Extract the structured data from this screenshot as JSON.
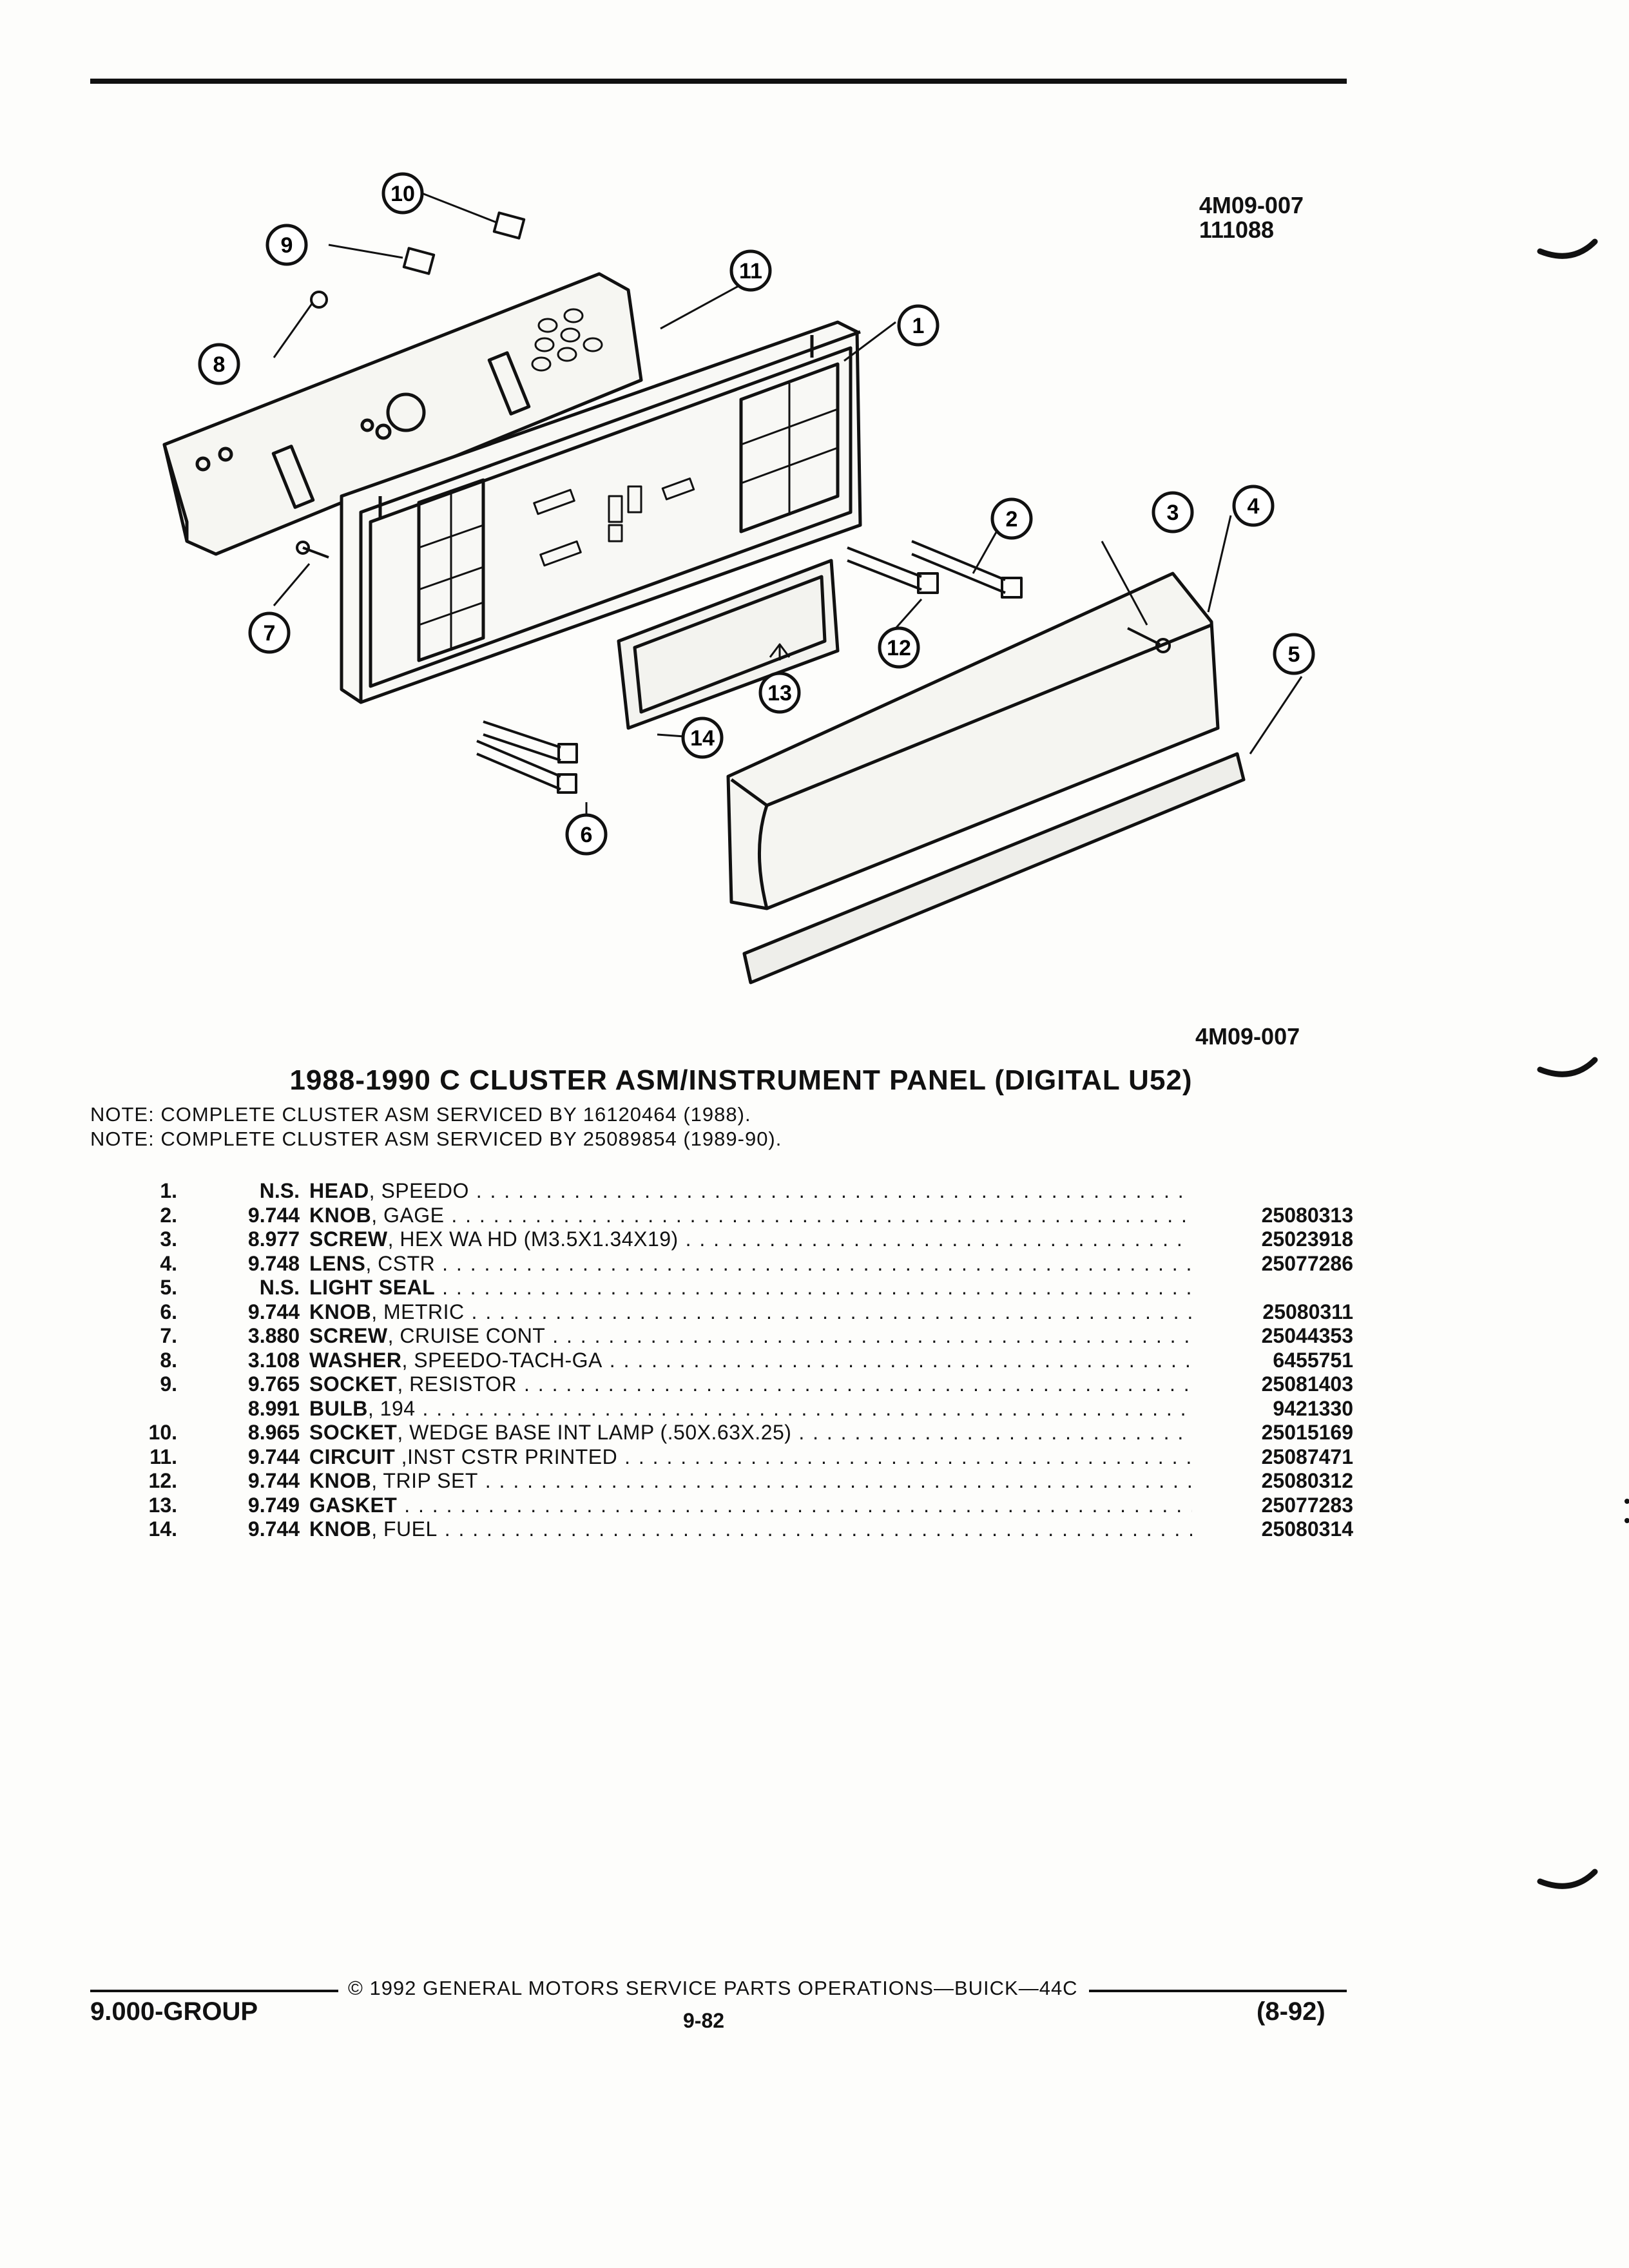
{
  "figure": {
    "code_top": "4M09-007",
    "date_code": "111088",
    "code_bottom": "4M09-007",
    "callouts": [
      "1",
      "2",
      "3",
      "4",
      "5",
      "6",
      "7",
      "8",
      "9",
      "10",
      "11",
      "12",
      "13",
      "14"
    ]
  },
  "title": "1988-1990 C CLUSTER ASM/INSTRUMENT PANEL (DIGITAL U52)",
  "notes": [
    "NOTE:  COMPLETE CLUSTER ASM SERVICED BY 16120464 (1988).",
    "NOTE:  COMPLETE CLUSTER ASM SERVICED BY 25089854 (1989-90)."
  ],
  "parts": [
    {
      "num": "1.",
      "group": "N.S.",
      "name": "HEAD",
      "spec": ", SPEEDO",
      "part": ""
    },
    {
      "num": "2.",
      "group": "9.744",
      "name": "KNOB",
      "spec": ", GAGE",
      "part": "25080313"
    },
    {
      "num": "3.",
      "group": "8.977",
      "name": "SCREW",
      "spec": ", HEX WA HD (M3.5X1.34X19)",
      "part": "25023918"
    },
    {
      "num": "4.",
      "group": "9.748",
      "name": "LENS",
      "spec": ", CSTR",
      "part": "25077286"
    },
    {
      "num": "5.",
      "group": "N.S.",
      "name": "LIGHT SEAL",
      "spec": "",
      "part": ""
    },
    {
      "num": "6.",
      "group": "9.744",
      "name": "KNOB",
      "spec": ", METRIC",
      "part": "25080311"
    },
    {
      "num": "7.",
      "group": "3.880",
      "name": "SCREW",
      "spec": ", CRUISE CONT",
      "part": "25044353"
    },
    {
      "num": "8.",
      "group": "3.108",
      "name": "WASHER",
      "spec": ", SPEEDO-TACH-GA",
      "part": "6455751"
    },
    {
      "num": "9.",
      "group": "9.765",
      "name": "SOCKET",
      "spec": ", RESISTOR",
      "part": "25081403"
    },
    {
      "num": "",
      "group": "8.991",
      "name": "BULB",
      "spec": ", 194",
      "part": "9421330"
    },
    {
      "num": "10.",
      "group": "8.965",
      "name": "SOCKET",
      "spec": ", WEDGE BASE INT LAMP (.50X.63X.25)",
      "part": "25015169"
    },
    {
      "num": "11.",
      "group": "9.744",
      "name": "CIRCUIT",
      "spec": " ,INST CSTR PRINTED",
      "part": "25087471"
    },
    {
      "num": "12.",
      "group": "9.744",
      "name": "KNOB",
      "spec": ", TRIP SET",
      "part": "25080312"
    },
    {
      "num": "13.",
      "group": "9.749",
      "name": "GASKET",
      "spec": "",
      "part": "25077283"
    },
    {
      "num": "14.",
      "group": "9.744",
      "name": "KNOB",
      "spec": ", FUEL",
      "part": "25080314"
    }
  ],
  "footer": {
    "copyright": "© 1992  GENERAL MOTORS SERVICE PARTS OPERATIONS—BUICK—44C",
    "group": "9.000-GROUP",
    "page": "9-82",
    "date": "(8-92)"
  }
}
